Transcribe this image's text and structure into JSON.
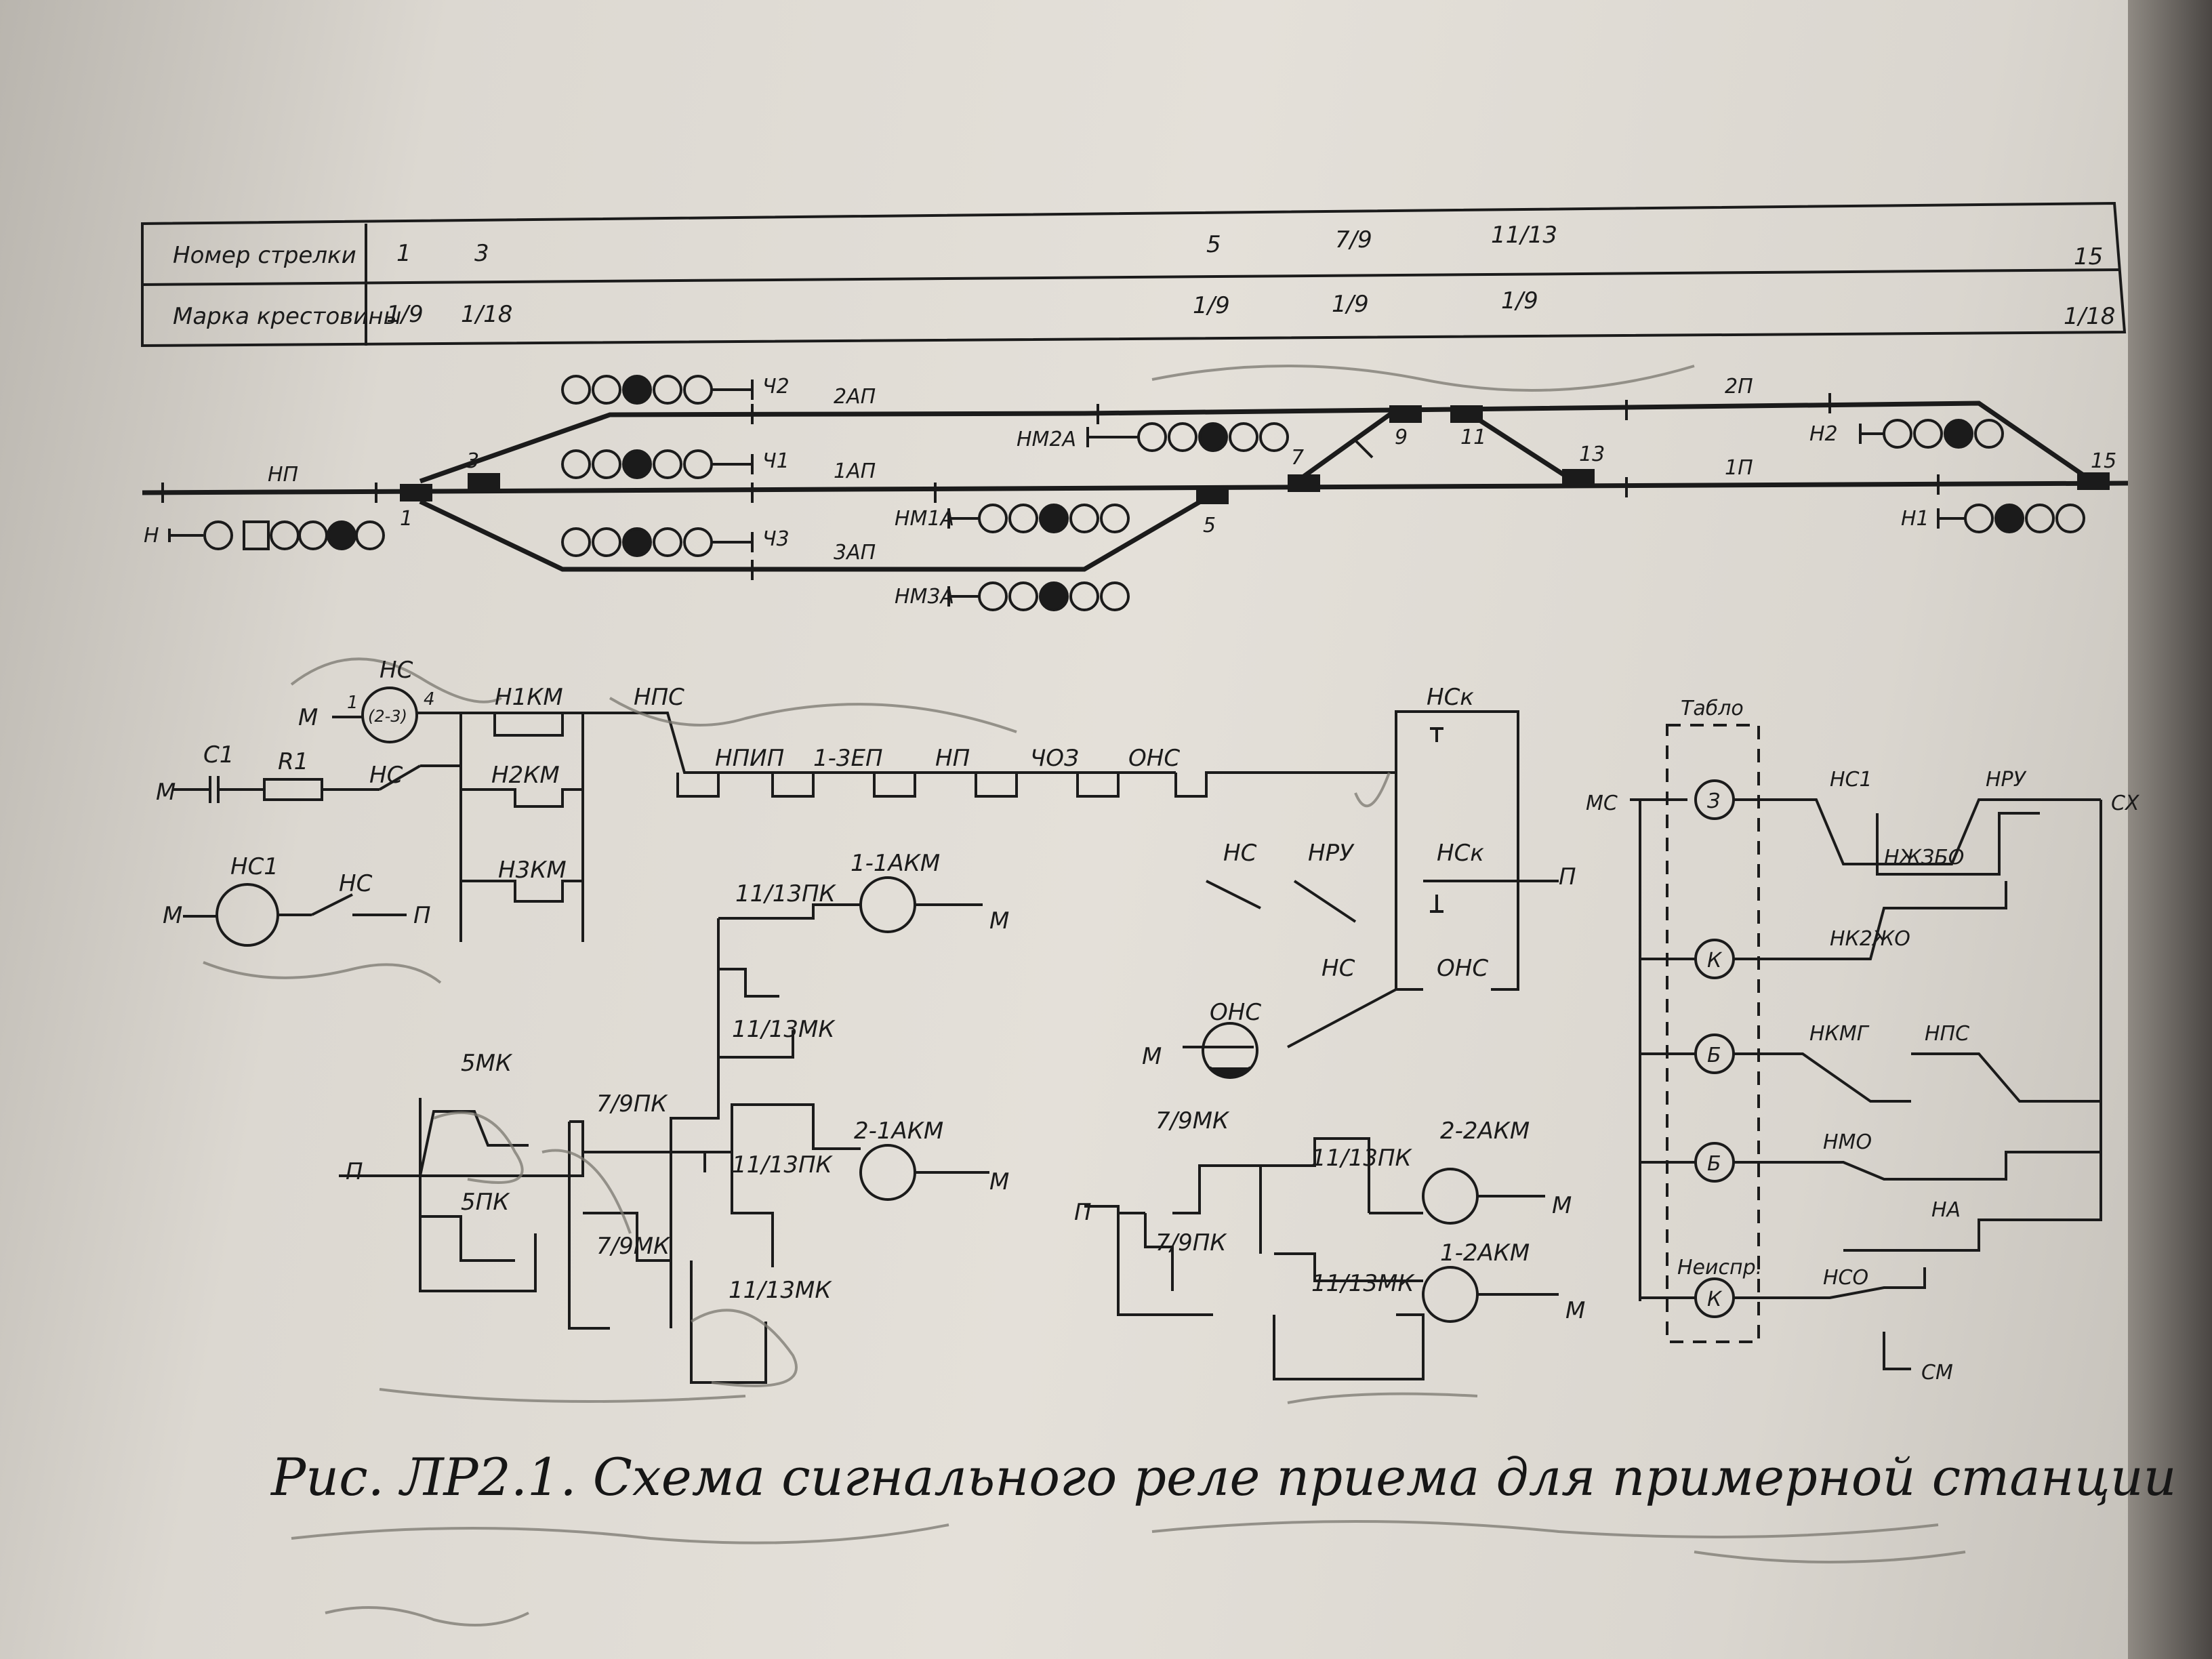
{
  "header_table": {
    "row1_label": "Номер стрелки",
    "row2_label": "Марка крестовины",
    "switch_numbers": [
      "1",
      "3",
      "5",
      "7/9",
      "11/13",
      "15"
    ],
    "frog_marks": [
      "1/9",
      "1/18",
      "1/9",
      "1/9",
      "1/9",
      "1/18"
    ]
  },
  "track_plan": {
    "signals": {
      "ch2": "Ч2",
      "ch1": "Ч1",
      "ch3": "Ч3",
      "n": "Н",
      "nm2a": "НМ2А",
      "nm1a": "НМ1А",
      "nm3a": "НМ3А",
      "n2": "Н2",
      "n1": "Н1"
    },
    "sections": {
      "np": "НП",
      "ap2": "2АП",
      "ap1": "1АП",
      "ap3": "3АП",
      "p2": "2П",
      "p1": "1П"
    },
    "switch_labels": [
      "1",
      "3",
      "5",
      "7",
      "9",
      "11",
      "13",
      "15"
    ]
  },
  "circuit": {
    "labels": {
      "ns_top": "НС",
      "m1": "М",
      "pin1": "1",
      "pin4": "4",
      "coil": "(2-3)",
      "n1km": "Н1КМ",
      "nps": "НПС",
      "c1": "С1",
      "r1": "R1",
      "m2": "М",
      "ns2": "НС",
      "n2km": "Н2КМ",
      "n3km": "Н3КМ",
      "ns1": "НС1",
      "m3": "М",
      "ns3": "НС",
      "p_a": "П",
      "npip": "НПИП",
      "zep13": "1-3ЕП",
      "np": "НП",
      "choz": "ЧОЗ",
      "ons": "ОНС",
      "nsk_top": "НСк",
      "ns4": "НС",
      "nru": "НРУ",
      "nsk2": "НСк",
      "p_b": "П",
      "ns5": "НС",
      "ons2": "ОНС",
      "ons_coil": "ОНС",
      "m_ons": "М",
      "pk1113a": "11/13ПК",
      "akm11": "1-1АКМ",
      "m4": "М",
      "mk1113a": "11/13МК",
      "mk5": "5МК",
      "pk79a": "7/9ПК",
      "p_c": "П",
      "pk5": "5ПК",
      "mk79a": "7/9МК",
      "pk1113b": "11/13ПК",
      "akm21": "2-1АКМ",
      "m5": "М",
      "mk1113b": "11/13МК",
      "mk79b": "7/9МК",
      "pk1113c": "11/13ПК",
      "akm22": "2-2АКМ",
      "m6": "М",
      "p_d": "П",
      "pk79b": "7/9ПК",
      "mk1113c": "11/13МК",
      "akm12": "1-2АКМ",
      "m7": "М",
      "tablo": "Табло",
      "ms": "МС",
      "lamp_z": "З",
      "ns1b": "НС1",
      "nru2": "НРУ",
      "skh": "СХ",
      "nzhzbo": "НЖЗБО",
      "lamp_k": "К",
      "nk2zho": "НК2ЖО",
      "lamp_b1": "Б",
      "nkmg": "НКМГ",
      "nps2": "НПС",
      "lamp_b2": "Б",
      "nmo": "НМО",
      "na": "НА",
      "neispr": "Неиспр.",
      "lamp_k2": "К",
      "nso": "НСО",
      "sm": "СМ"
    }
  },
  "caption": "Рис. ЛР2.1. Схема сигнального реле приема для примерной станции"
}
